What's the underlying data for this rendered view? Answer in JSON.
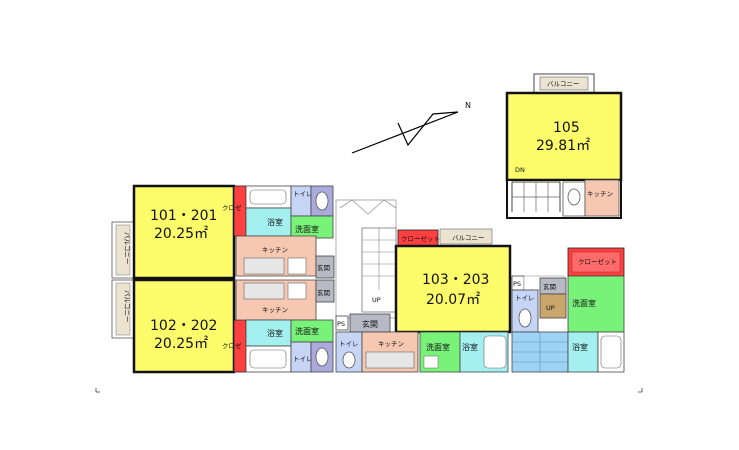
{
  "units": {
    "u101_201": {
      "number": "101・201",
      "area": "20.25㎡"
    },
    "u102_202": {
      "number": "102・202",
      "area": "20.25㎡"
    },
    "u103_203": {
      "number": "103・203",
      "area": "20.07㎡"
    },
    "u105": {
      "number": "105",
      "area": "29.81㎡"
    }
  },
  "labels": {
    "balcony": "バルコニー",
    "closet": "クローゼット",
    "closet_short": "クロゼ",
    "toilet": "トイレ",
    "bathroom": "浴室",
    "washroom": "洗面室",
    "kitchen": "キッチン",
    "entrance": "玄関",
    "ps": "PS",
    "up": "UP",
    "dn": "DN",
    "north": "N"
  },
  "colors": {
    "room": "#fdfd6c",
    "kitchen": "#f6c7b1",
    "washroom": "#79f27a",
    "bath": "#a4f0f0",
    "toilet": "#c6d4f6",
    "hall": "#aaaadc",
    "closet": "#ff4040",
    "entrance": "#b7bac4",
    "stair": "#9fd3f5",
    "floor_tan": "#c9a66b"
  }
}
